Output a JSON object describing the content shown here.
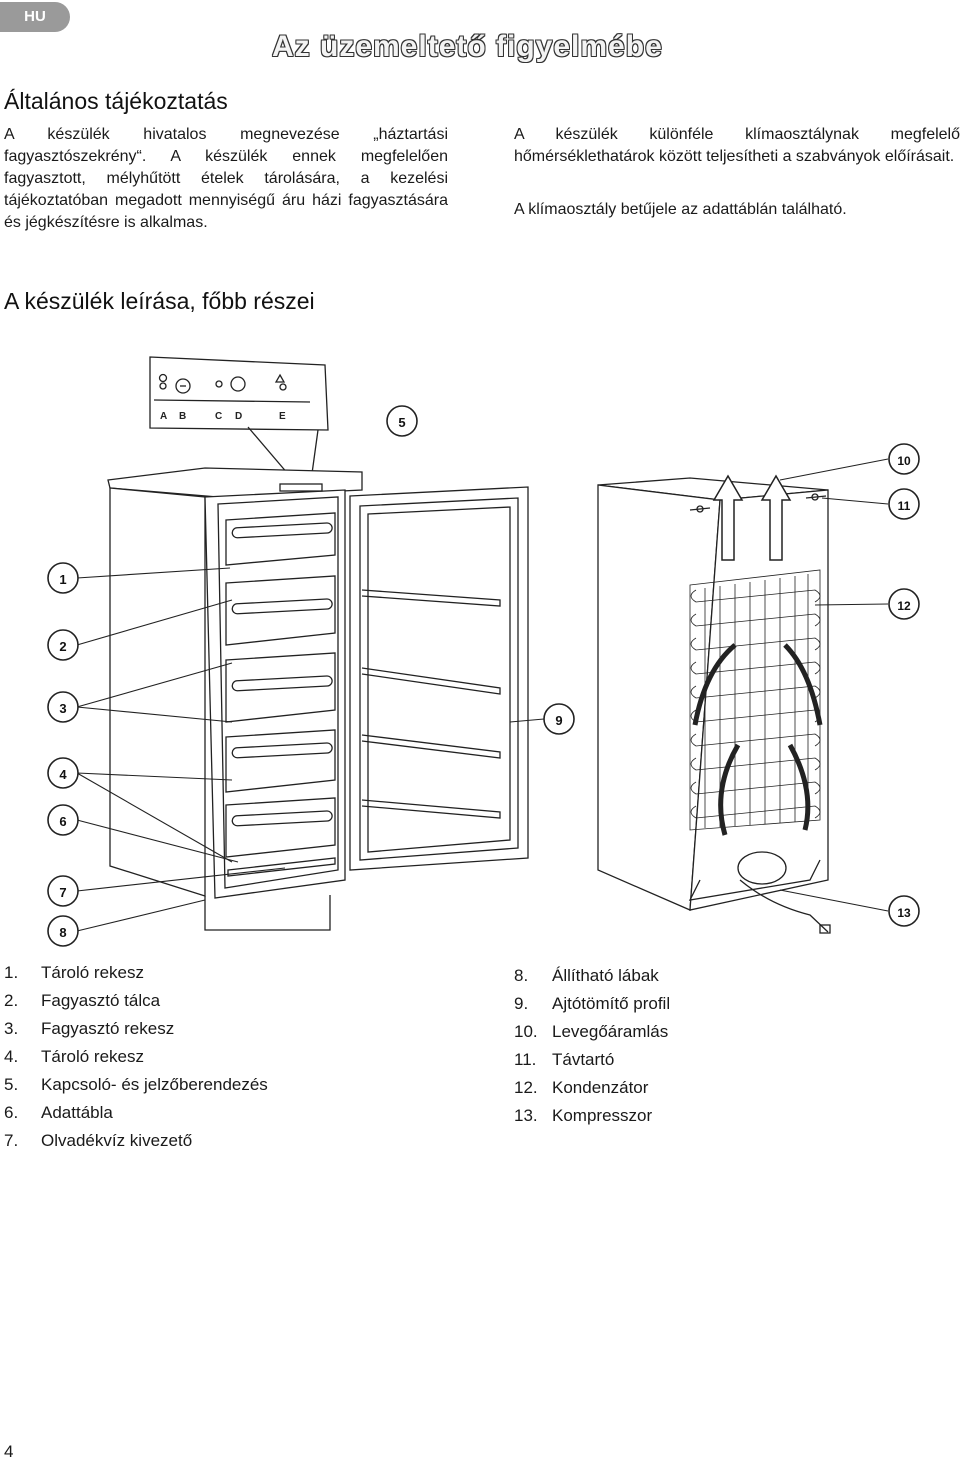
{
  "lang_badge": "HU",
  "page_title": "Az üzemeltető figyelmébe",
  "section_general": {
    "heading": "Általános tájékoztatás",
    "paragraph": "A készülék hivatalos megnevezése „háztartási fagyasztószekrény“. A készülék ennek megfelelően fagyasztott, mélyhűtött ételek tárolására, a kezelési tájékoztatóban megadott mennyiségű áru házi fagyasztására és jégkészítésre is alkalmas.",
    "right_paragraph_1": "A készülék különféle klímaosztálynak megfelelő hőmérséklethatárok között teljesítheti a szabványok előírásait.",
    "right_paragraph_2": "A klímaosztály betűjele az adattáblán található."
  },
  "section_parts": {
    "heading": "A készülék leírása, főbb részei"
  },
  "control_panel_letters": [
    "A",
    "B",
    "C",
    "D",
    "E"
  ],
  "callouts": [
    "1",
    "2",
    "3",
    "4",
    "5",
    "6",
    "7",
    "8",
    "9",
    "10",
    "11",
    "12",
    "13"
  ],
  "legend_left": [
    {
      "num": "1.",
      "label": "Tároló rekesz"
    },
    {
      "num": "2.",
      "label": "Fagyasztó tálca"
    },
    {
      "num": "3.",
      "label": "Fagyasztó rekesz"
    },
    {
      "num": "4.",
      "label": "Tároló rekesz"
    },
    {
      "num": "5.",
      "label": "Kapcsoló- és jelzőberendezés"
    },
    {
      "num": "6.",
      "label": "Adattábla"
    },
    {
      "num": "7.",
      "label": "Olvadékvíz kivezető"
    }
  ],
  "legend_right": [
    {
      "num": "8.",
      "label": "Állítható lábak"
    },
    {
      "num": "9.",
      "label": "Ajtótömítő profil"
    },
    {
      "num": "10.",
      "label": "Levegőáramlás"
    },
    {
      "num": "11.",
      "label": "Távtartó"
    },
    {
      "num": "12.",
      "label": "Kondenzátor"
    },
    {
      "num": "13.",
      "label": "Kompresszor"
    }
  ],
  "page_number": "4"
}
